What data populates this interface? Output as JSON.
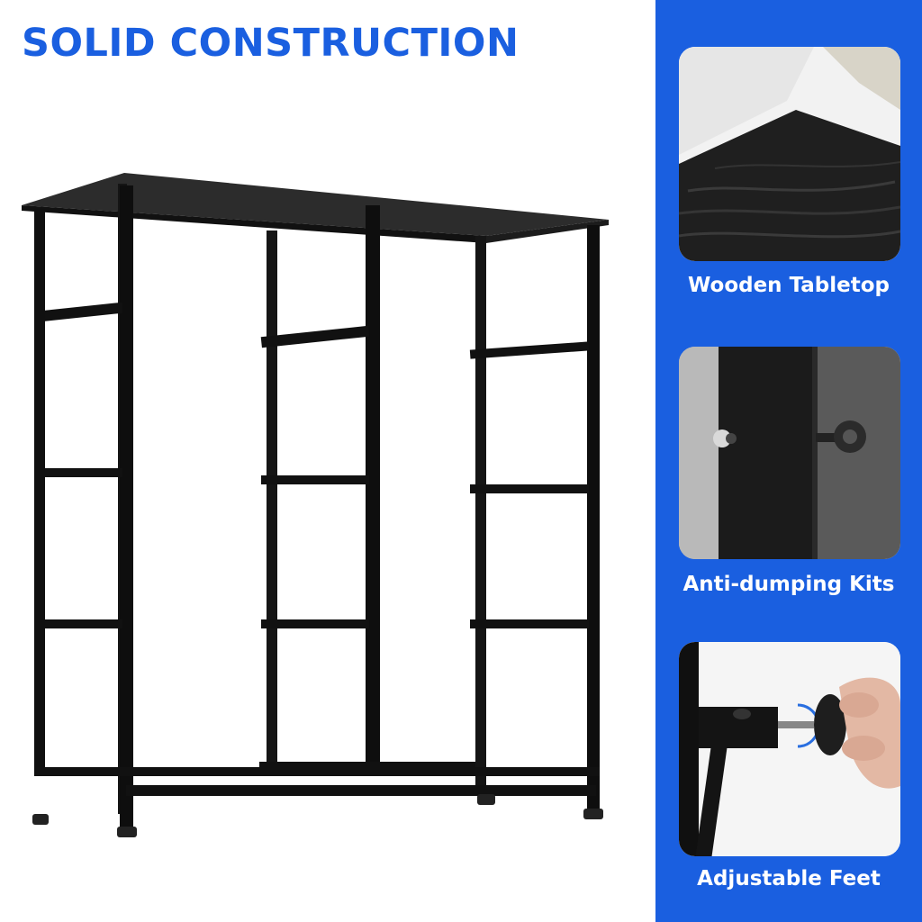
{
  "headline": "SOLID CONSTRUCTION",
  "features": [
    {
      "label": "Wooden Tabletop",
      "icon": "wood-grain-photo"
    },
    {
      "label": "Anti-dumping Kits",
      "icon": "anti-tip-knob-photo"
    },
    {
      "label": "Adjustable Feet",
      "icon": "leveling-foot-photo"
    }
  ],
  "colors": {
    "accent": "#1a5fe0",
    "frame": "#121212",
    "caption_text": "#ffffff"
  }
}
